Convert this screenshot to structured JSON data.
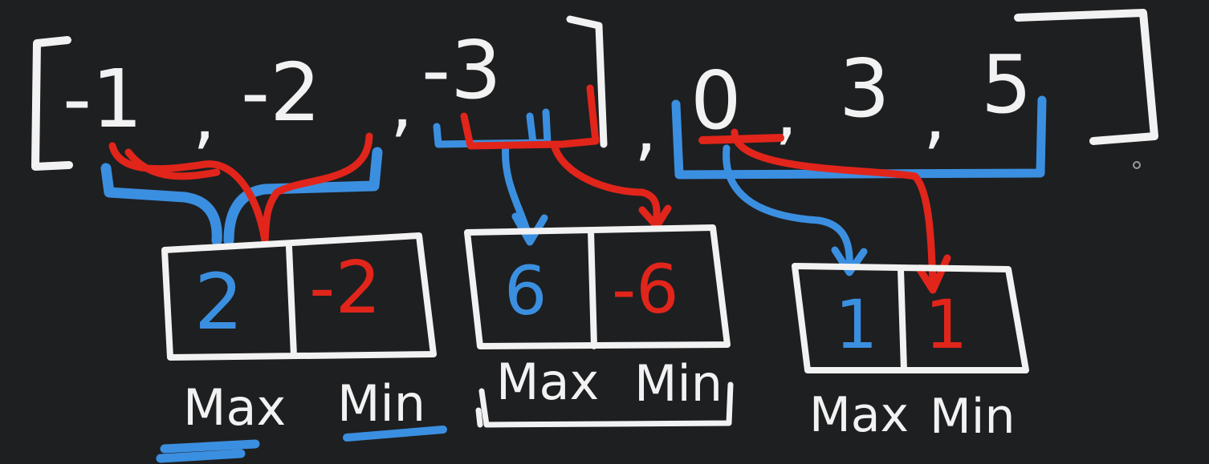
{
  "array": {
    "open_bracket": "[",
    "close_bracket": "]",
    "elements": [
      "-1",
      "-2",
      "-3",
      "0",
      "3",
      "5"
    ],
    "separator": ","
  },
  "groups": [
    {
      "max_value": "2",
      "min_value": "-2",
      "max_label": "Max",
      "min_label": "Min"
    },
    {
      "max_value": "6",
      "min_value": "-6",
      "max_label": "Max",
      "min_label": "Min"
    },
    {
      "max_value": "1",
      "min_value": "1",
      "max_label": "Max",
      "min_label": "Min"
    }
  ],
  "colors": {
    "background": "#1e1f21",
    "chalk": "#f2f2f2",
    "max_blue": "#3b8fe0",
    "min_red": "#e1251b"
  }
}
